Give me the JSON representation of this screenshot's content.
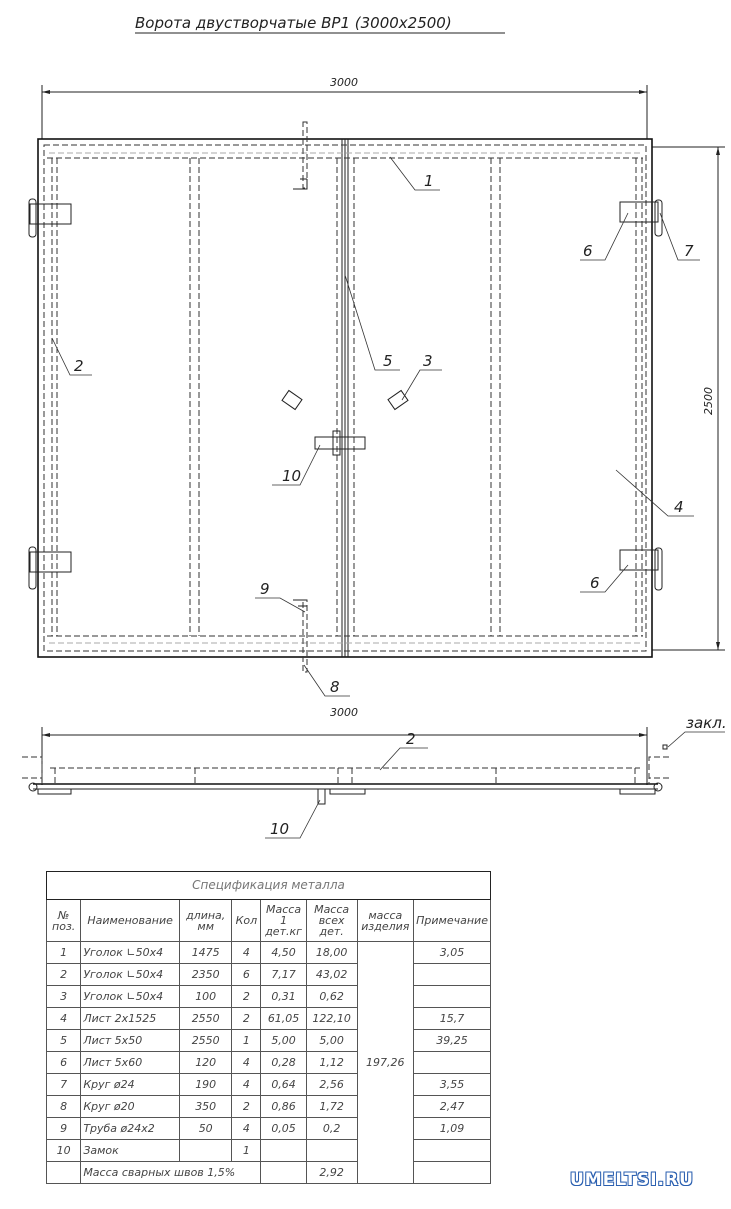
{
  "title": "Ворота двустворчатые ВР1  (3000х2500)",
  "front_view": {
    "width_dim": "3000",
    "height_dim": "2500",
    "labels": {
      "p1": "1",
      "p2": "2",
      "p3": "3",
      "p4": "4",
      "p5": "5",
      "p6a": "6",
      "p6b": "6",
      "p7": "7",
      "p8": "8",
      "p9": "9",
      "p10": "10"
    }
  },
  "side_view": {
    "width_dim": "3000",
    "labels": {
      "p2": "2",
      "p10": "10",
      "zakl": "закл."
    }
  },
  "spec_table": {
    "title": "Спецификация металла",
    "headers": [
      "№\nпоз.",
      "Наименование",
      "длина, мм",
      "Кол",
      "Масса\n1 дет.кг",
      "Масса\nвсех дет.",
      "масса\nизделия",
      "Примечание"
    ],
    "total_mass": "197,26",
    "rows": [
      [
        "1",
        "Уголок ∟50х4",
        "1475",
        "4",
        "4,50",
        "18,00",
        "3,05"
      ],
      [
        "2",
        "Уголок ∟50х4",
        "2350",
        "6",
        "7,17",
        "43,02",
        ""
      ],
      [
        "3",
        "Уголок ∟50х4",
        "100",
        "2",
        "0,31",
        "0,62",
        ""
      ],
      [
        "4",
        "Лист 2х1525",
        "2550",
        "2",
        "61,05",
        "122,10",
        "15,7"
      ],
      [
        "5",
        "Лист 5х50",
        "2550",
        "1",
        "5,00",
        "5,00",
        "39,25"
      ],
      [
        "6",
        "Лист 5х60",
        "120",
        "4",
        "0,28",
        "1,12",
        ""
      ],
      [
        "7",
        "Круг ø24",
        "190",
        "4",
        "0,64",
        "2,56",
        "3,55"
      ],
      [
        "8",
        "Круг ø20",
        "350",
        "2",
        "0,86",
        "1,72",
        "2,47"
      ],
      [
        "9",
        "Труба ø24х2",
        "50",
        "4",
        "0,05",
        "0,2",
        "1,09"
      ],
      [
        "10",
        "Замок",
        "",
        "1",
        "",
        "",
        ""
      ]
    ],
    "weld_row": {
      "label": "Масса сварных швов 1,5%",
      "value": "2,92"
    }
  },
  "watermark": "UMELTSI.RU"
}
